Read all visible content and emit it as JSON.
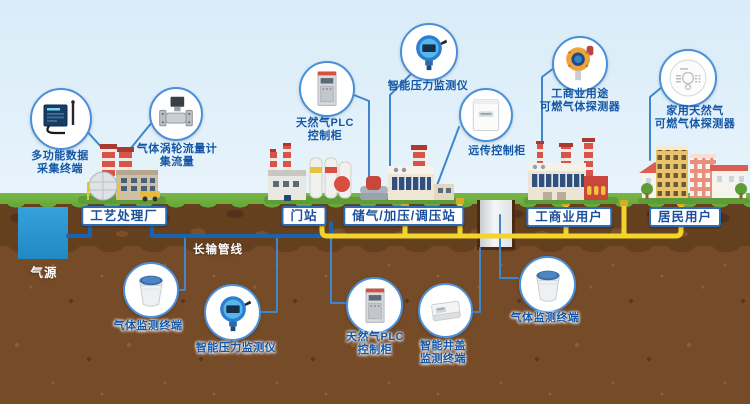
{
  "diagram": {
    "type": "gas-iot-monitoring-schematic",
    "colors": {
      "label_blue": "#1557a6",
      "station_text_blue": "#1b4e9b",
      "pipe_blue": "#1a63ae",
      "pipe_yellow": "#f3d42c",
      "leader_blue": "#3e87cc",
      "circle_border": "#4a90d9",
      "water_blue": "#2b99d5",
      "grass_green": "#6aab3c",
      "soil_brown": "#764b28"
    }
  },
  "callouts": [
    {
      "id": "data-terminal-top",
      "label": "多功能数据\n采集终端",
      "device": "data-collection-terminal"
    },
    {
      "id": "turbine-flowmeter-top",
      "label": "气体涡轮流量计\n集流量",
      "device": "gas-turbine-flowmeter"
    },
    {
      "id": "plc-cabinet-top",
      "label": "天然气PLC\n控制柜",
      "device": "plc-control-cabinet"
    },
    {
      "id": "pressure-monitor-top",
      "label": "智能压力监测仪",
      "device": "smart-pressure-monitor"
    },
    {
      "id": "remote-cabinet-top",
      "label": "远传控制柜",
      "device": "remote-control-cabinet"
    },
    {
      "id": "industrial-detector",
      "label": "工商业用途\n可燃气体探测器",
      "device": "industrial-gas-detector"
    },
    {
      "id": "household-detector",
      "label": "家用天然气\n可燃气体探测器",
      "device": "household-gas-detector"
    },
    {
      "id": "gas-terminal-left",
      "label": "气体监测终端",
      "device": "gas-monitoring-terminal"
    },
    {
      "id": "pressure-monitor-bottom",
      "label": "智能压力监测仪",
      "device": "smart-pressure-monitor"
    },
    {
      "id": "plc-cabinet-bottom",
      "label": "天然气PLC\n控制柜",
      "device": "plc-control-cabinet"
    },
    {
      "id": "manhole-monitor",
      "label": "智能井盖\n监测终端",
      "device": "smart-manhole-monitor"
    },
    {
      "id": "gas-terminal-right",
      "label": "气体监测终端",
      "device": "gas-monitoring-terminal"
    }
  ],
  "stations": [
    {
      "label": "工艺处理厂"
    },
    {
      "label": "门站"
    },
    {
      "label": "储气/加压/调压站"
    },
    {
      "label": "工商业用户"
    },
    {
      "label": "居民用户"
    }
  ],
  "annotations": {
    "gas_source": "气源",
    "long_pipeline": "长输管线"
  }
}
